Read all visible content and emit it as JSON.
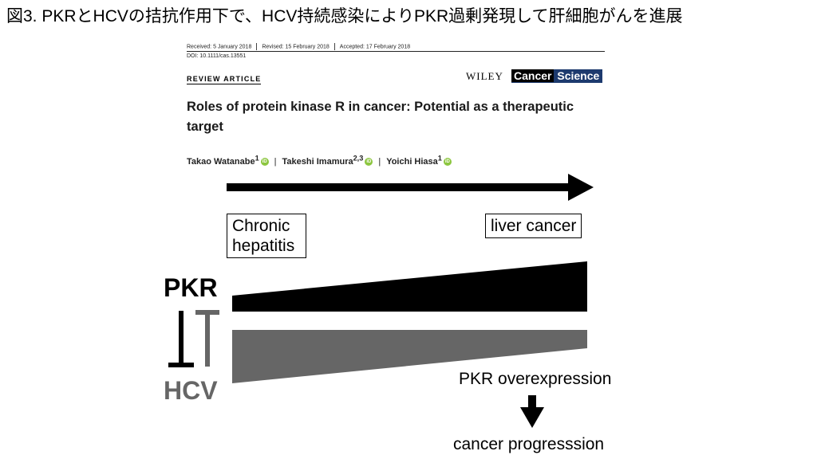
{
  "figure_title": "図3. PKRとHCVの拮抗作用下で、HCV持続感染によりPKR過剰発現して肝細胞がんを進展",
  "paper": {
    "received": "Received: 5 January 2018",
    "revised": "Revised: 15 February 2018",
    "accepted": "Accepted: 17 February 2018",
    "doi": "DOI: 10.1111/cas.13551",
    "article_type": "REVIEW ARTICLE",
    "publisher": "WILEY",
    "journal_part1": "Cancer",
    "journal_part2": "Science",
    "title": "Roles of protein kinase R in cancer: Potential as a therapeutic target",
    "authors": [
      {
        "name": "Takao Watanabe",
        "sup": "1"
      },
      {
        "name": "Takeshi Imamura",
        "sup": "2,3"
      },
      {
        "name": "Yoichi Hiasa",
        "sup": "1"
      }
    ],
    "orcid_icon": "orcid-icon"
  },
  "diagram": {
    "stage_start": "Chronic hepatitis",
    "stage_end": "liver cancer",
    "pkr_label": "PKR",
    "hcv_label": "HCV",
    "outcome_1": "PKR overexpression",
    "outcome_2": "cancer progresssion",
    "pkr_color": "#000000",
    "hcv_color": "#666666",
    "pkr_trend": "increasing",
    "hcv_trend": "decreasing"
  }
}
